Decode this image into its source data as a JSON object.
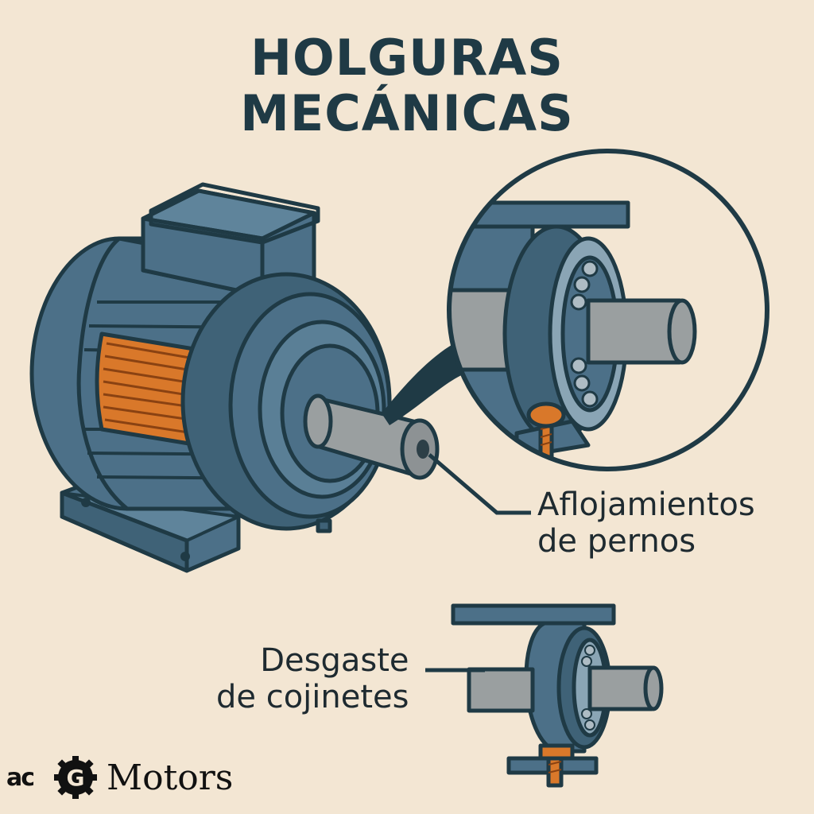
{
  "title": {
    "line1": "HOLGURAS",
    "line2": "MECÁNICAS"
  },
  "callouts": {
    "bolts": {
      "line1": "Aflojamientos",
      "line2": "de pernos"
    },
    "bearings": {
      "line1": "Desgaste",
      "line2": "de cojinetes"
    }
  },
  "brand": {
    "prefix": "ac",
    "mark": "G",
    "name": "Motors"
  },
  "colors": {
    "background": "#f3e6d3",
    "motor_blue": "#4c7088",
    "dark_outline": "#1f3a45",
    "shaft_gray": "#9a9fa0",
    "copper": "#d9782a"
  }
}
